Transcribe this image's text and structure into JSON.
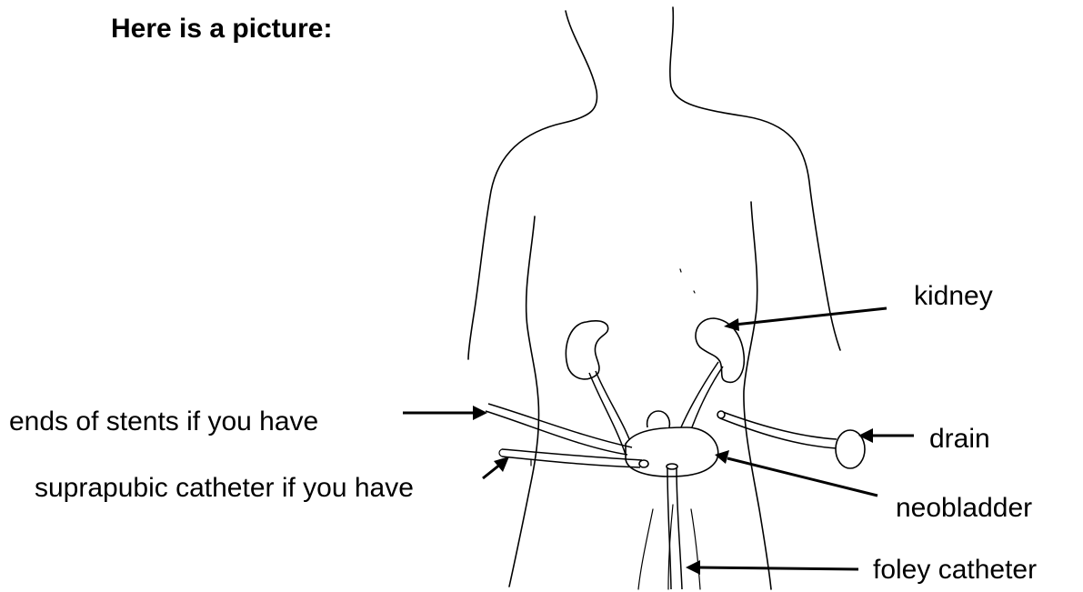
{
  "heading": "Here is a picture:",
  "labels": {
    "kidney": "kidney",
    "stents": "ends of stents if you have",
    "drain": "drain",
    "suprapubic": "suprapubic catheter if you have",
    "neobladder": "neobladder",
    "foley": "foley catheter"
  },
  "colors": {
    "ink": "#000000",
    "background": "#ffffff"
  }
}
